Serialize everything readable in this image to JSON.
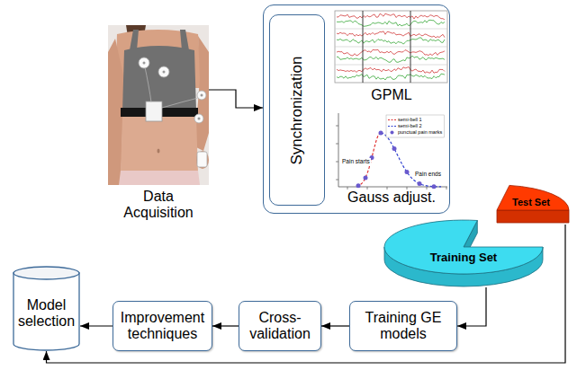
{
  "diagram": {
    "nodes": [
      {
        "text": [
          "Data Acquisition"
        ]
      },
      {
        "text": [
          "GPML",
          "Gauss adjust."
        ]
      },
      {
        "text": [
          "Synchronization"
        ],
        "in": 1
      },
      {
        "text": [
          "Test Set"
        ]
      },
      {
        "text": [
          "Training Set"
        ]
      },
      {
        "text": [
          "Model selection"
        ]
      },
      {
        "text": [
          "Improvement techniques"
        ]
      },
      {
        "text": [
          "Cross-validation"
        ]
      },
      {
        "text": [
          "Training GE models"
        ]
      }
    ],
    "edges": [
      {
        "from": 0,
        "to": 1,
        "arrow": "to"
      },
      {
        "from": 4,
        "to": 8,
        "arrow": "to"
      },
      {
        "from": 8,
        "to": 7,
        "arrow": "to"
      },
      {
        "from": 7,
        "to": 6,
        "arrow": "to"
      },
      {
        "from": 6,
        "to": 5,
        "arrow": "to"
      },
      {
        "from": 3,
        "to": 5,
        "arrow": "to"
      }
    ],
    "labels": [
      "Pain starts",
      "Pain ends"
    ],
    "legend": [
      {
        "text": "semi-bell 1"
      },
      {
        "text": "semi-bell 2"
      },
      {
        "text": "punctual pain marks"
      }
    ]
  }
}
